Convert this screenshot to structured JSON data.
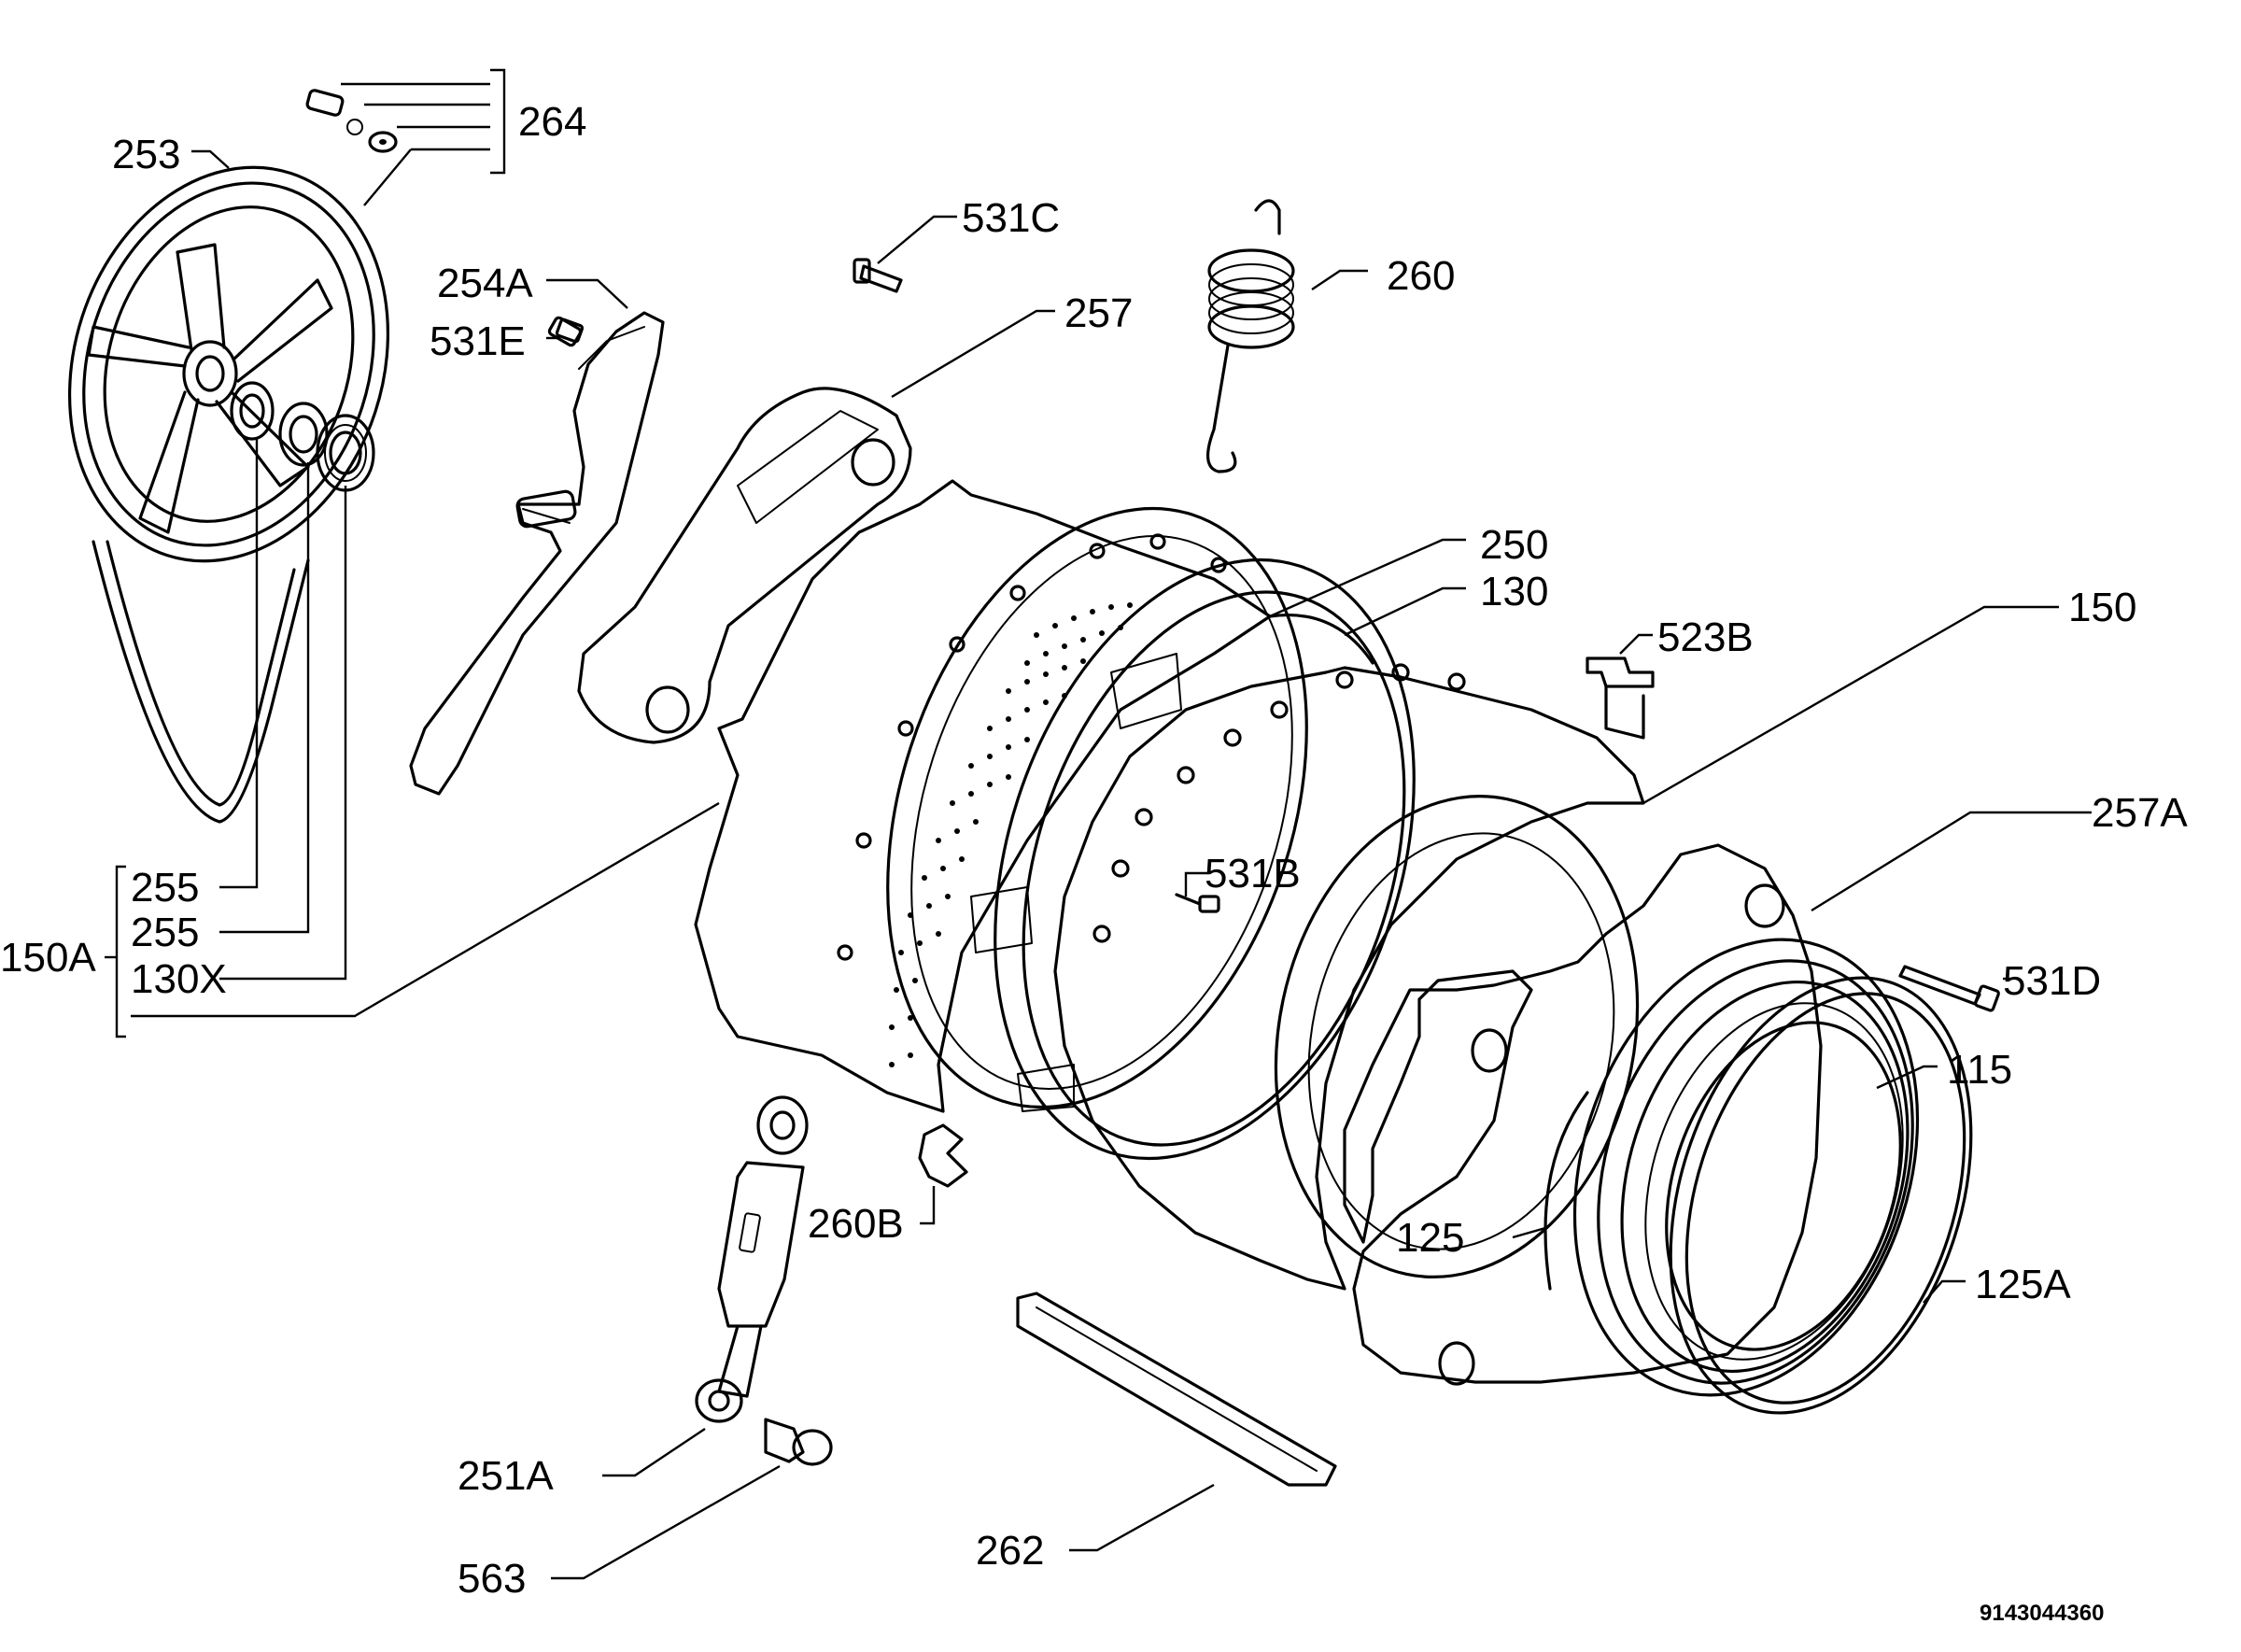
{
  "labels": {
    "p264": "264",
    "p253": "253",
    "p254a": "254A",
    "p531e": "531E",
    "p531c": "531C",
    "p260": "260",
    "p257": "257",
    "p250": "250",
    "p130": "130",
    "p523b": "523B",
    "p150": "150",
    "p257a": "257A",
    "p531b": "531B",
    "p531d": "531D",
    "p115": "115",
    "p125": "125",
    "p125a": "125A",
    "p260b": "260B",
    "p251a": "251A",
    "p563": "563",
    "p262": "262",
    "p150a": "150A",
    "p255_1": "255",
    "p255_2": "255",
    "p130x": "130X"
  },
  "drawing_number": "9143044360"
}
